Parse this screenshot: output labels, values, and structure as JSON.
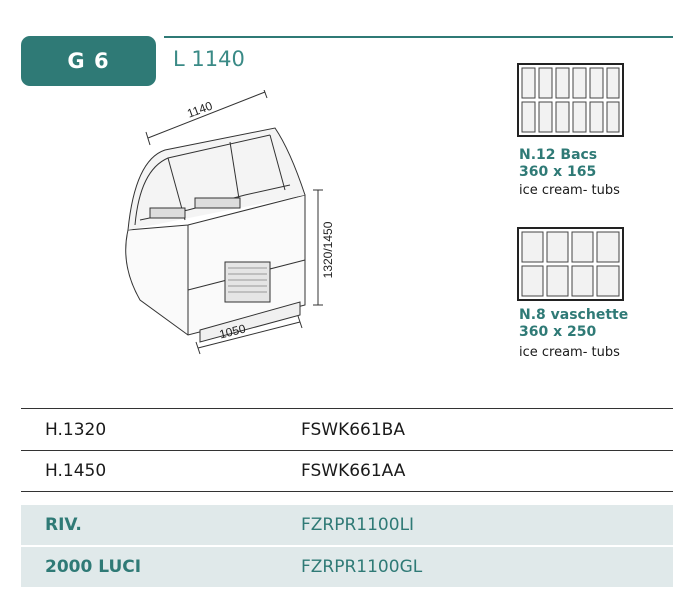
{
  "header": {
    "model": "G 6",
    "length": "L 1140"
  },
  "drawing": {
    "dim_width": "1140",
    "dim_depth": "1050",
    "dim_height": "1320/1450"
  },
  "tubs": [
    {
      "title": "N.12 Bacs",
      "size": "360 x 165",
      "desc": "ice cream- tubs"
    },
    {
      "title": "N.8 vaschette",
      "size": "360 x 250",
      "desc": "ice cream- tubs"
    }
  ],
  "table": {
    "rows": [
      {
        "label": "H.1320",
        "code": "FSWK661BA"
      },
      {
        "label": "H.1450",
        "code": "FSWK661AA"
      }
    ],
    "options": [
      {
        "label": "RIV.",
        "code": "FZRPR1100LI"
      },
      {
        "label": "2000 LUCI",
        "code": "FZRPR1100GL"
      }
    ]
  },
  "colors": {
    "accent": "#2f7a76",
    "shade": "#e0e9ea"
  }
}
